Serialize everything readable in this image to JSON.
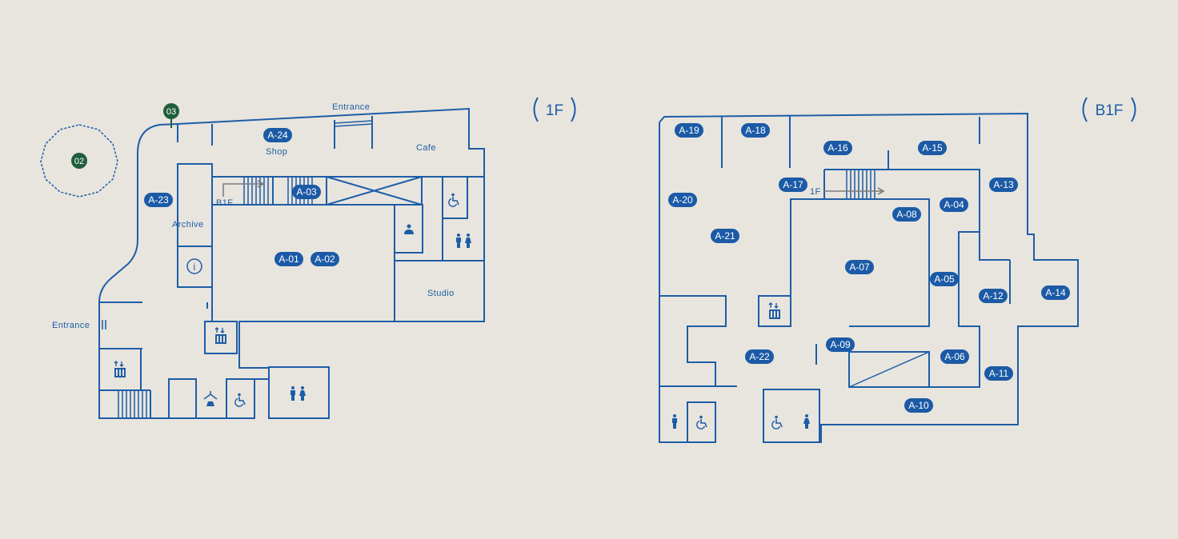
{
  "floors": [
    {
      "label": "1F"
    },
    {
      "label": "B1F"
    }
  ],
  "markers": [
    {
      "label": "02"
    },
    {
      "label": "03"
    }
  ],
  "labels_1f": {
    "entrance_top": "Entrance",
    "entrance_left": "Entrance",
    "shop": "Shop",
    "cafe": "Cafe",
    "archive": "Archive",
    "studio": "Studio",
    "stairs_to": "B1F",
    "info": "i"
  },
  "labels_b1f": {
    "stairs_to": "1F"
  },
  "rooms_1f": [
    "A-24",
    "A-23",
    "A-03",
    "A-01",
    "A-02"
  ],
  "rooms_b1f": [
    "A-19",
    "A-18",
    "A-16",
    "A-15",
    "A-13",
    "A-17",
    "A-20",
    "A-04",
    "A-08",
    "A-21",
    "A-07",
    "A-05",
    "A-12",
    "A-14",
    "A-09",
    "A-22",
    "A-06",
    "A-11",
    "A-10"
  ],
  "colors": {
    "background": "#e8e5de",
    "wall": "#1d5da7",
    "room_badge": "#1b5aa6",
    "marker": "#1f5e3c",
    "arrow": "#7d7d7d"
  },
  "icons": [
    "accessible-toilet-icon",
    "restroom-icon",
    "elevator-icon",
    "nursing-room-icon",
    "cloakroom-icon",
    "info-icon",
    "male-toilet-icon",
    "female-toilet-icon"
  ]
}
